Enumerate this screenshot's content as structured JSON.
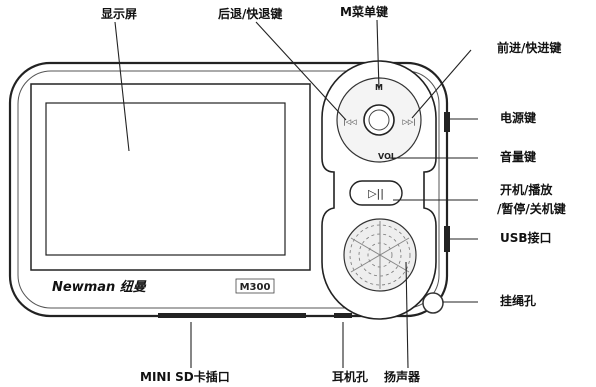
{
  "device": {
    "brand_logo": "Newman 纽曼",
    "model_badge": "M300",
    "menu_key_letter": "M",
    "volume_label": "VOL",
    "prev_symbol": "|◁◁",
    "next_symbol": "▷▷|",
    "play_symbol": "▷||"
  },
  "callouts": {
    "display_screen": "显示屏",
    "rewind_key": "后退/快退键",
    "menu_key": "M菜单键",
    "forward_key": "前进/快进键",
    "power_key": "电源键",
    "volume_key": "音量键",
    "play_key_line1": "开机/播放",
    "play_key_line2": "/暂停/关机键",
    "usb_port": "USB接口",
    "lanyard_hole": "挂绳孔",
    "sd_slot": "MINI SD卡插口",
    "earphone_jack": "耳机孔",
    "speaker": "扬声器"
  }
}
